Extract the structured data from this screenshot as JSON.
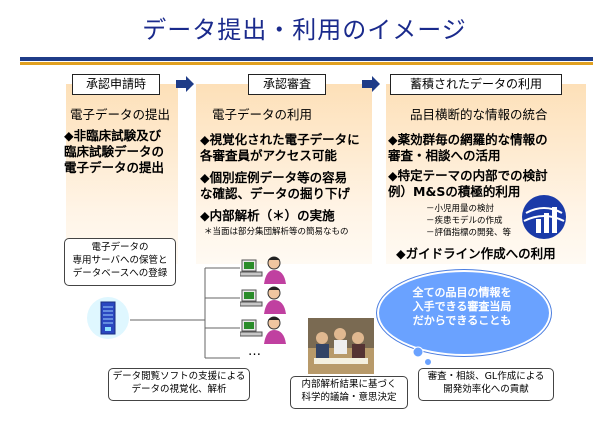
{
  "title": "データ提出・利用のイメージ",
  "columns": [
    {
      "tab": "承認申請時",
      "subtitle": "電子データの提出",
      "bullets": [
        "◆非臨床試験及び",
        "臨床試験データの",
        "電子データの提出"
      ]
    },
    {
      "tab": "承認審査",
      "subtitle": "電子データの利用",
      "bullets": [
        "◆視覚化された電子データに",
        "各審査員がアクセス可能",
        "◆個別症例データ等の容易",
        "な確認、データの掘り下げ",
        "◆内部解析（＊）の実施"
      ],
      "note": "＊当面は部分集団解析等の簡易なもの"
    },
    {
      "tab": "蓄積されたデータの利用",
      "subtitle": "品目横断的な情報の統合",
      "bullets": [
        "◆薬効群毎の網羅的な情報の",
        "審査・相談への活用",
        "◆特定テーマの内部での検討",
        "例）M&Sの積極的利用"
      ],
      "sub_items": [
        "－小児用量の検討",
        "－疾患モデルの作成",
        "－評価指標の開発、等"
      ],
      "bullet_last": "◆ガイドライン作成への利用"
    }
  ],
  "boxes": {
    "storage": [
      "電子データの",
      "専用サーバへの保管と",
      "データベースへの登録"
    ],
    "viewer": [
      "データ閲覧ソフトの支援による",
      "データの視覚化、解析"
    ],
    "discussion": [
      "内部解析結果に基づく",
      "科学的議論・意思決定"
    ],
    "efficiency": [
      "審査・相談、GL作成による",
      "開発効率化への貢献"
    ]
  },
  "cloud": [
    "全ての品目の情報を",
    "入手できる審査当局",
    "だからできることも"
  ],
  "ellipsis": "…",
  "colors": {
    "title": "#1a2a8c",
    "rule_blue": "#1f3c88",
    "rule_gold": "#e0a020",
    "panel": "#fde0b8",
    "cloud": "#6aa2ff"
  },
  "icons": [
    "server-icon",
    "reviewer-person-icon",
    "globe-chart-icon",
    "meeting-photo"
  ]
}
